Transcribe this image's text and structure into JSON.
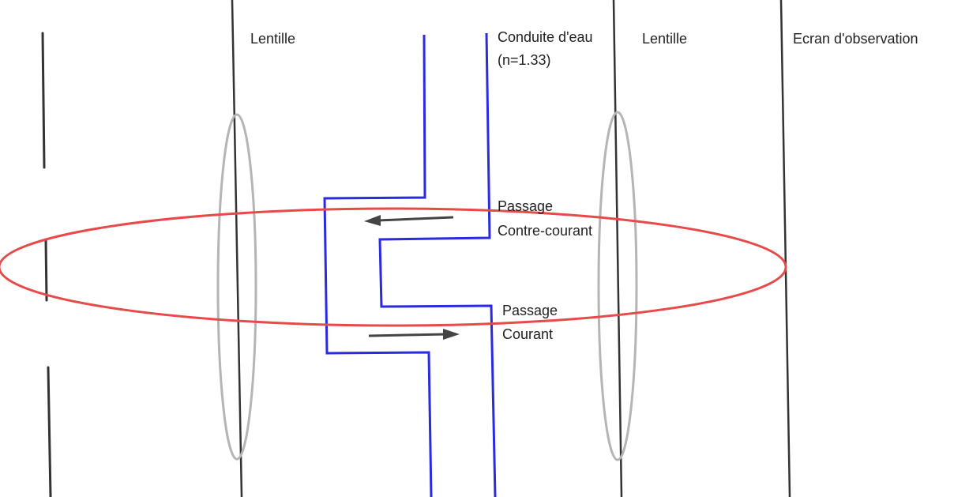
{
  "labels": {
    "lens_left": "Lentille",
    "water_pipe_line1": "Conduite d'eau",
    "water_pipe_line2": "(n=1.33)",
    "lens_right": "Lentille",
    "screen": "Ecran d'observation",
    "counter_current_line1": "Passage",
    "counter_current_line2": "Contre-courant",
    "current_line1": "Passage",
    "current_line2": "Courant"
  },
  "colors": {
    "axis_lines": "#333333",
    "lens_outline": "#b5b5b5",
    "pipe": "#2a2ae0",
    "light_path": "#e84a4a",
    "arrows": "#444444",
    "text": "#222222"
  },
  "icons": {
    "flow_left": "arrow-left-icon",
    "flow_right": "arrow-right-icon"
  }
}
